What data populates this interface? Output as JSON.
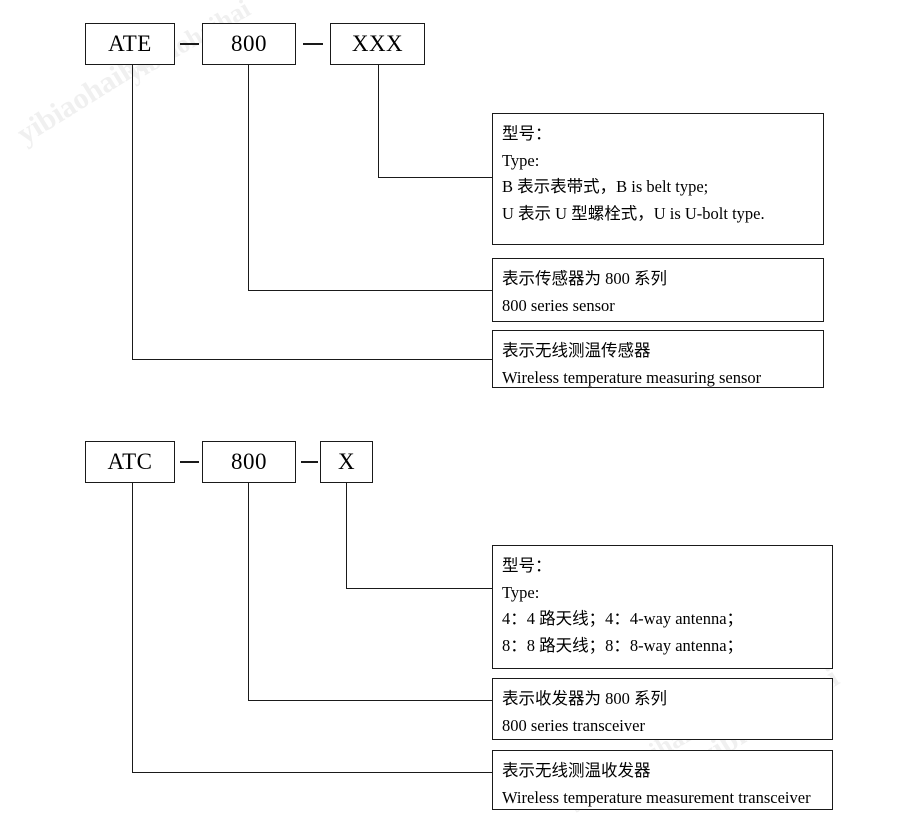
{
  "watermarks": [
    {
      "text": "yibiaohaihai"
    },
    {
      "text": "yibiaohaihai"
    },
    {
      "text": "yibiaohaihai"
    },
    {
      "text": "yibiaohaihai"
    }
  ],
  "diagram1": {
    "code_boxes": [
      {
        "label": "ATE"
      },
      {
        "label": "800"
      },
      {
        "label": "XXX"
      }
    ],
    "descriptions": [
      {
        "name": "type",
        "lines": [
          "型号：",
          "Type:",
          "B 表示表带式，B is belt type;",
          "U 表示 U 型螺栓式，U is U-bolt type."
        ]
      },
      {
        "name": "series",
        "lines": [
          "表示传感器为 800 系列",
          "800 series sensor"
        ]
      },
      {
        "name": "product",
        "lines": [
          "表示无线测温传感器",
          "Wireless temperature measuring sensor"
        ]
      }
    ]
  },
  "diagram2": {
    "code_boxes": [
      {
        "label": "ATC"
      },
      {
        "label": "800"
      },
      {
        "label": "X"
      }
    ],
    "descriptions": [
      {
        "name": "type",
        "lines": [
          "型号：",
          "Type:",
          "4：4 路天线；4：4-way antenna；",
          "8：8 路天线；8：8-way antenna；"
        ]
      },
      {
        "name": "series",
        "lines": [
          "表示收发器为 800 系列",
          "800 series transceiver"
        ]
      },
      {
        "name": "product",
        "lines": [
          "表示无线测温收发器",
          "Wireless temperature measurement transceiver"
        ]
      }
    ]
  }
}
